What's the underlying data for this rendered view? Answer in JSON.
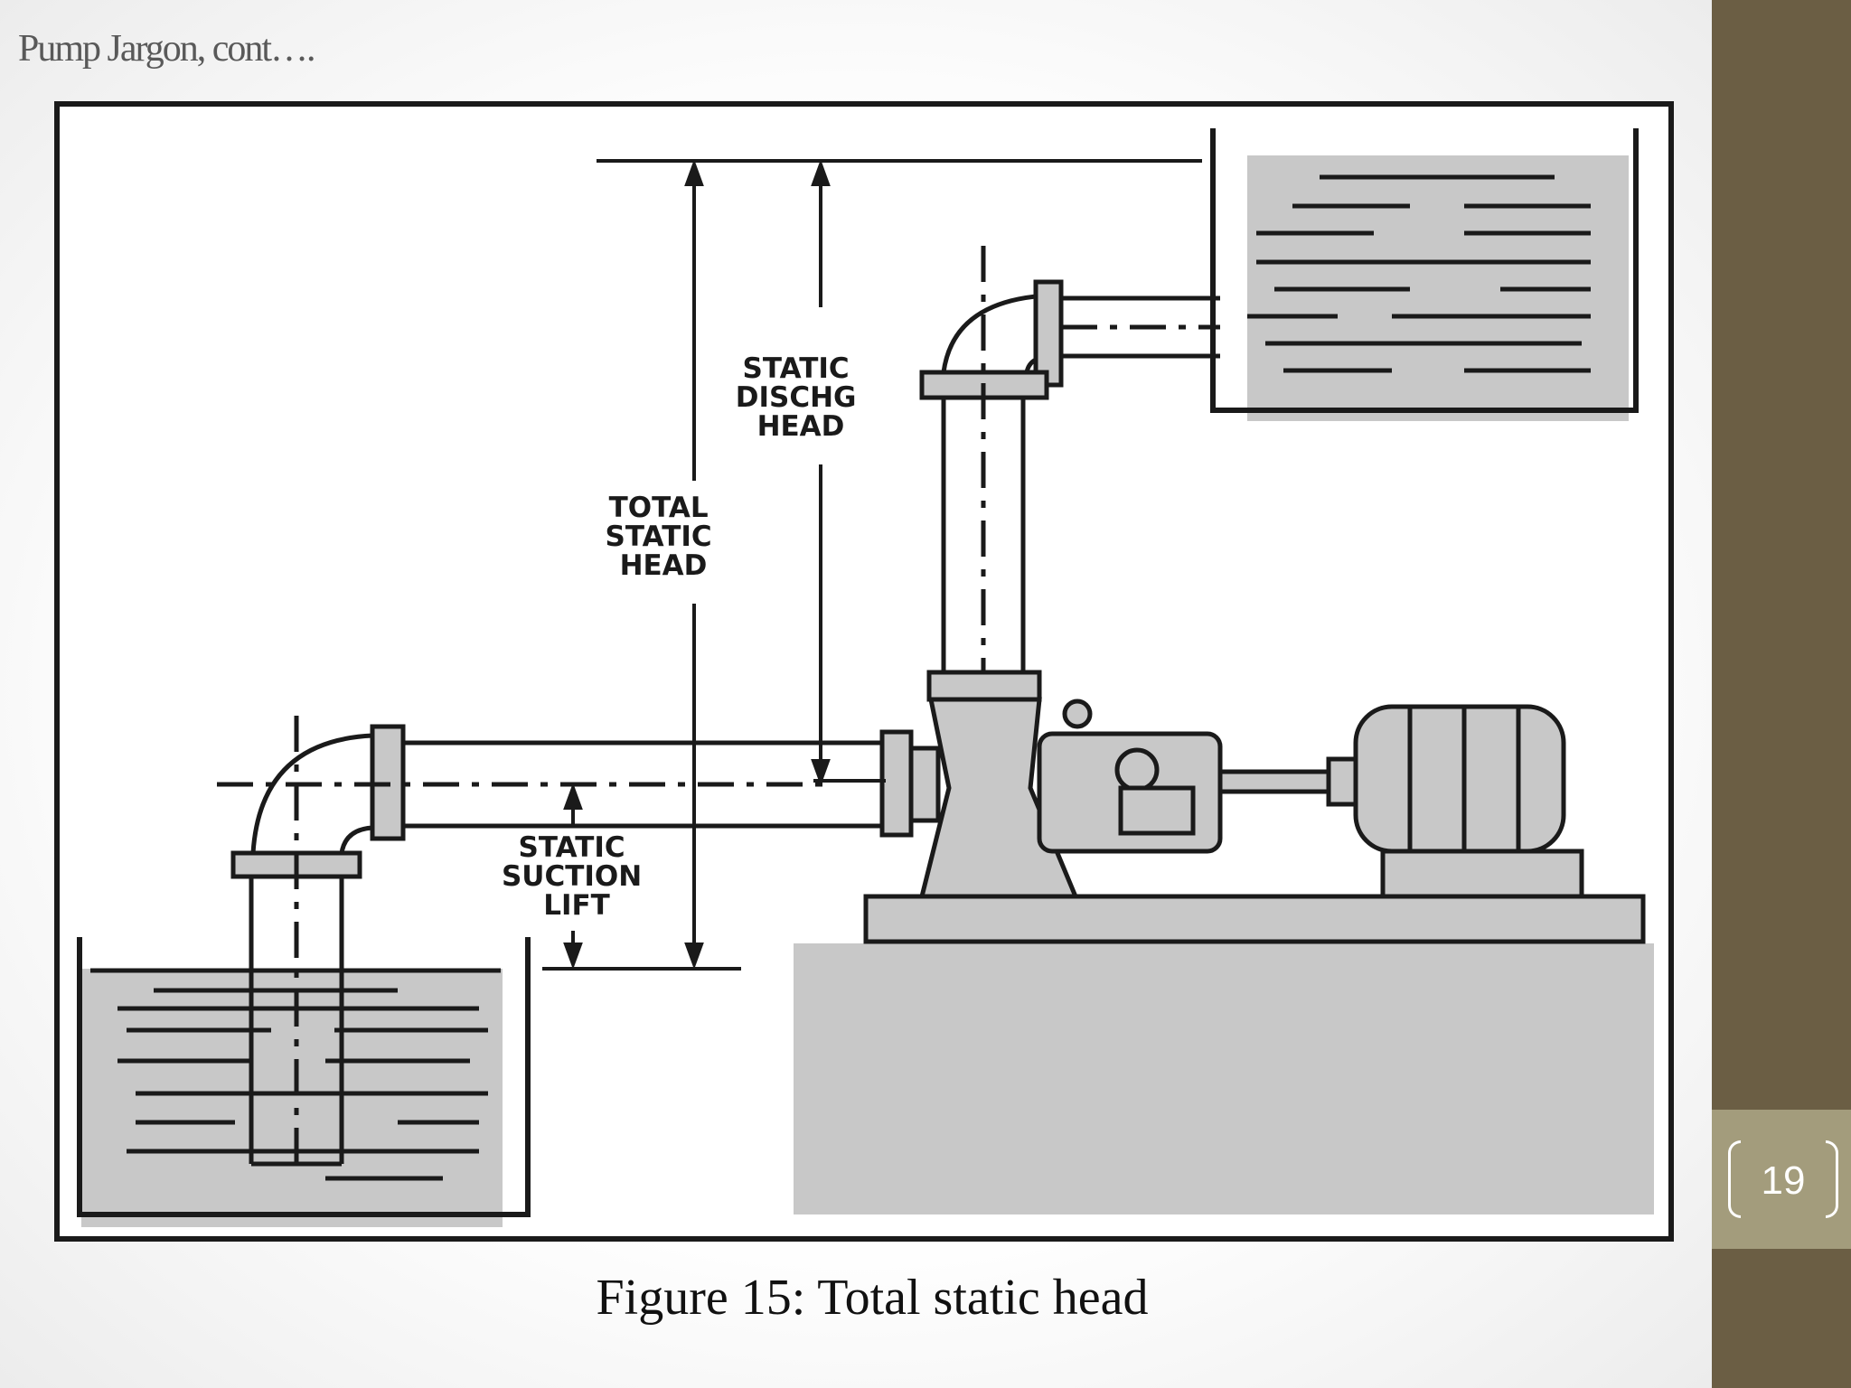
{
  "slide": {
    "title": "Pump Jargon, cont….",
    "page_number": "19",
    "caption": "Figure 15: Total static head"
  },
  "diagram": {
    "labels": {
      "total_static_head": [
        "TOTAL",
        "STATIC",
        "HEAD"
      ],
      "static_discharge_head": [
        "STATIC",
        "DISCHG",
        "HEAD"
      ],
      "static_suction_lift": [
        "STATIC",
        "SUCTION",
        "LIFT"
      ]
    }
  },
  "colors": {
    "sidebar": "#6b5e44",
    "page_tab": "#a39c7c",
    "fill_gray": "#c8c8c8",
    "line": "#1a1a1a"
  }
}
